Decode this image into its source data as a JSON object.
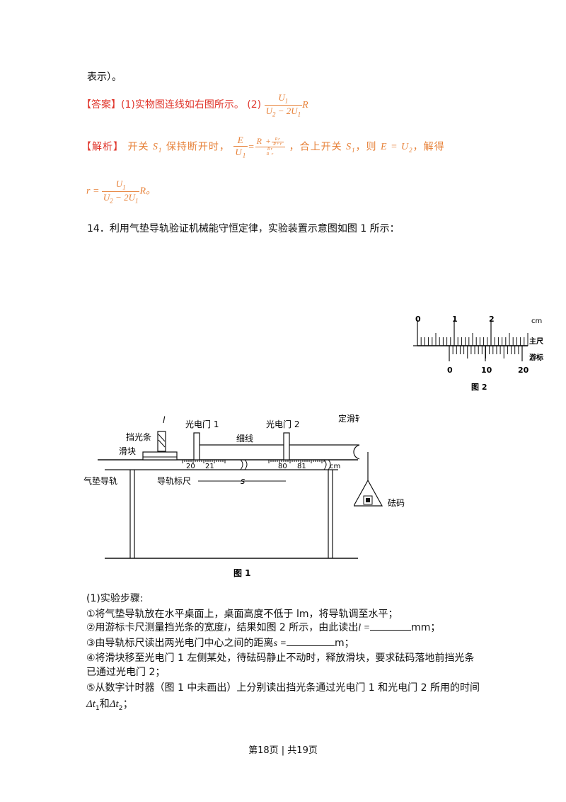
{
  "intro_tail": "表示）。",
  "answer": {
    "tag": "【答案】",
    "text": "(1)实物图连线如右图所示。 (2)",
    "num": "U",
    "num_sub": "1",
    "den": "U",
    "den_sub": "2",
    "den_mid": " − 2U",
    "den_sub2": "1",
    "tail": "R"
  },
  "analysis": {
    "tag": "【解析】",
    "t1": "开关",
    "s_label": "S",
    "s_sub": "1",
    "t2": "保持断开时，",
    "e_num": "E",
    "e_den": "U",
    "e_den_sub": "1",
    "eq": "=",
    "r_big": "R +",
    "r_small_top": "Rr",
    "r_small_bot": "R+r",
    "r_den_top": "Rr",
    "r_den_bot": "R  r",
    "t3": "，合上开关",
    "t4": "，则",
    "e_eq_u2": "E = U",
    "e_eq_u2_sub": "2",
    "t5": "，解得",
    "r_result": "r =",
    "r_tail": "R。"
  },
  "question": {
    "text": "14．利用气垫导轨验证机械能守恒定律，实验装置示意图如图 1 所示："
  },
  "figure2": {
    "scale_top": [
      "0",
      "1",
      "2"
    ],
    "unit": "cm",
    "main_label": "主尺",
    "vernier_label": "游标",
    "scale_bottom": [
      "0",
      "10",
      "20"
    ],
    "caption": "图 2"
  },
  "figure1": {
    "l_label": "l",
    "stopper_label": "挡光条",
    "slider_label": "滑块",
    "track_label": "气垫导轨",
    "gate1_label": "光电门 1",
    "gate2_label": "光电门 2",
    "string_label": "细线",
    "pulley_label": "定滑轮",
    "ruler_label": "导轨标尺",
    "s_label": "s",
    "weight_label": "砝码",
    "ticks": [
      "20",
      "21",
      "80",
      "81"
    ],
    "unit": "cm",
    "caption": "图 1"
  },
  "steps": {
    "heading": "(1)实验步骤:",
    "s1": "①将气垫导轨放在水平桌面上，桌面高度不低于 lm，将导轨调至水平；",
    "s2a": "②用游标卡尺测量挡光条的宽度",
    "s2_l": "l",
    "s2b": "，结果如图 2 所示，由此读出",
    "s2_l_eq": "l =",
    "s2_unit": "mm；",
    "s3a": "③由导轨标尺读出两光电门中心之间的距离",
    "s3_s_eq": "s =",
    "s3_unit": "m；",
    "s4a": "④将滑块移至光电门 1 左侧某处，待砝码静止不动时，释放滑块，要求砝码落地前挡光条",
    "s4b": "已通过光电门 2；",
    "s5a": "⑤从数字计时器（图 1 中未画出）上分别读出挡光条通过光电门 1 和光电门 2 所用的时间",
    "s5_dt1": "Δt",
    "s5_dt1_sub": "1",
    "s5_and": "和",
    "s5_dt2": "Δt",
    "s5_dt2_sub": "2",
    "s5_tail": "；"
  },
  "footer": "第18页 | 共19页"
}
